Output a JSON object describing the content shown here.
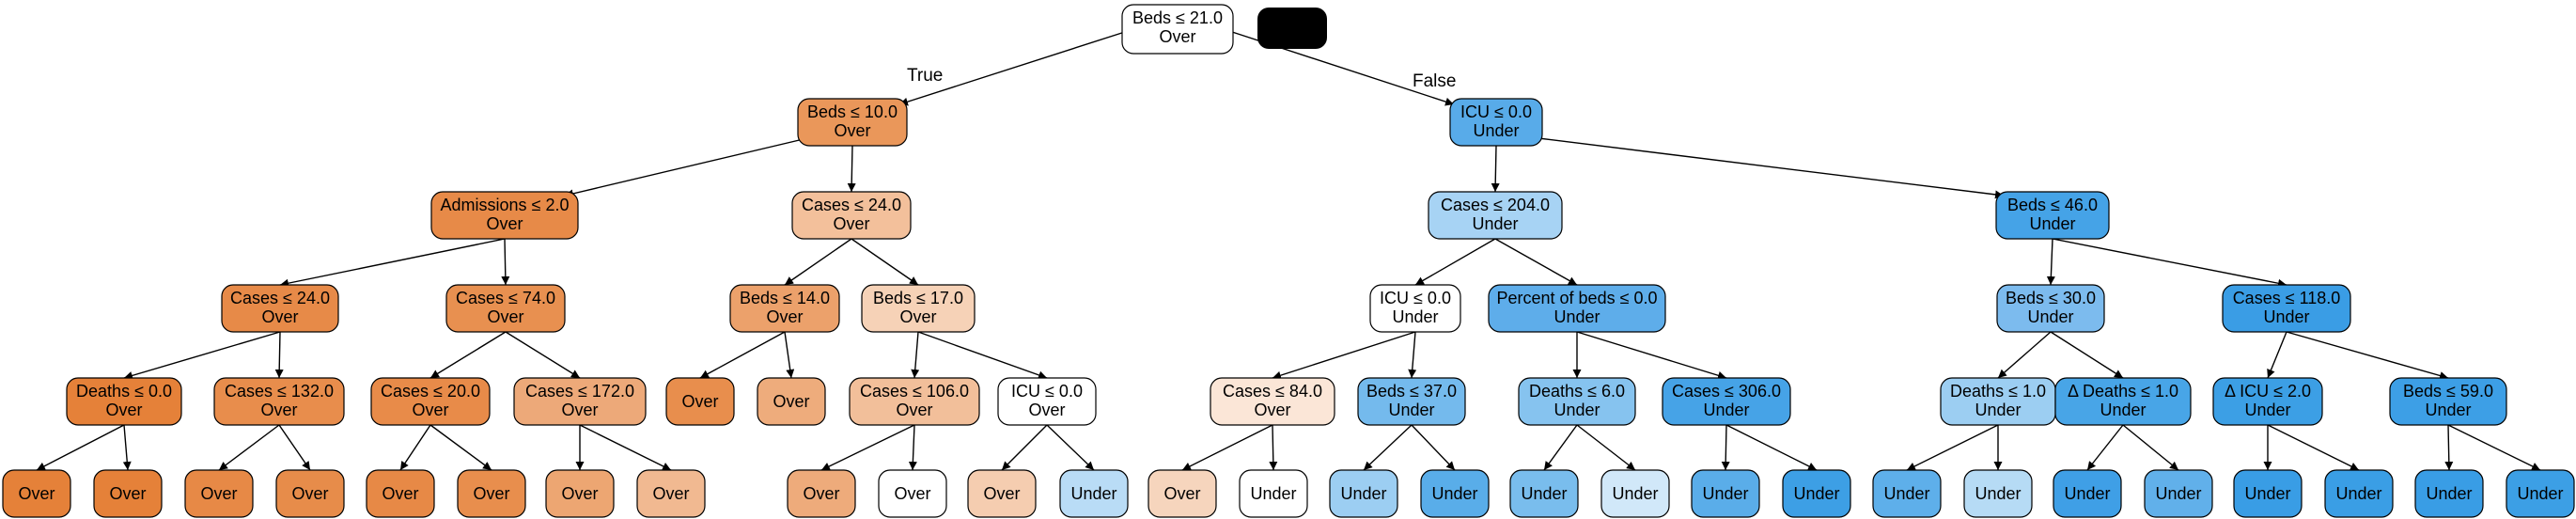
{
  "tree": {
    "root_edge_labels": {
      "left": "True",
      "right": "False"
    },
    "colors": {
      "edge": "#000000",
      "node_border": "#000000",
      "redaction": "#000000"
    },
    "nodes": [
      {
        "id": "n0",
        "line1": "Beds ≤ 21.0",
        "line2": "Over",
        "fill": "#ffffff"
      },
      {
        "id": "n1",
        "line1": "Beds ≤ 10.0",
        "line2": "Over",
        "fill": "#ea975a"
      },
      {
        "id": "n2",
        "line1": "ICU ≤ 0.0",
        "line2": "Under",
        "fill": "#58abe9"
      },
      {
        "id": "n3",
        "line1": "Admissions ≤ 2.0",
        "line2": "Over",
        "fill": "#e78a48"
      },
      {
        "id": "n4",
        "line1": "Cases ≤ 24.0",
        "line2": "Over",
        "fill": "#f3c09b"
      },
      {
        "id": "n5",
        "line1": "Cases ≤ 204.0",
        "line2": "Under",
        "fill": "#a7d3f4"
      },
      {
        "id": "n6",
        "line1": "Beds ≤ 46.0",
        "line2": "Under",
        "fill": "#45a3e7"
      },
      {
        "id": "n7",
        "line1": "Cases ≤ 24.0",
        "line2": "Over",
        "fill": "#e78a48"
      },
      {
        "id": "n8",
        "line1": "Cases ≤ 74.0",
        "line2": "Over",
        "fill": "#e89050"
      },
      {
        "id": "n9",
        "line1": "Beds ≤ 14.0",
        "line2": "Over",
        "fill": "#eca16b"
      },
      {
        "id": "n10",
        "line1": "Beds ≤ 17.0",
        "line2": "Over",
        "fill": "#f6d2b7"
      },
      {
        "id": "n11",
        "line1": "ICU ≤ 0.0",
        "line2": "Under",
        "fill": "#ffffff"
      },
      {
        "id": "n12",
        "line1": "Percent of beds ≤ 0.0",
        "line2": "Under",
        "fill": "#5eadea"
      },
      {
        "id": "n13",
        "line1": "Beds ≤ 30.0",
        "line2": "Under",
        "fill": "#7cbbee"
      },
      {
        "id": "n14",
        "line1": "Cases ≤ 118.0",
        "line2": "Under",
        "fill": "#3a9de5"
      },
      {
        "id": "n15",
        "line1": "Deaths ≤ 0.0",
        "line2": "Over",
        "fill": "#e58139"
      },
      {
        "id": "n16",
        "line1": "Cases ≤ 132.0",
        "line2": "Over",
        "fill": "#e88d4c"
      },
      {
        "id": "n17",
        "line1": "Cases ≤ 20.0",
        "line2": "Over",
        "fill": "#e88b49"
      },
      {
        "id": "n18",
        "line1": "Cases ≤ 172.0",
        "line2": "Over",
        "fill": "#eda979"
      },
      {
        "id": "n19",
        "line1": "Over",
        "line2": "",
        "fill": "#e88e4d"
      },
      {
        "id": "n20",
        "line1": "Over",
        "line2": "",
        "fill": "#eeac7c"
      },
      {
        "id": "n21",
        "line1": "Cases ≤ 106.0",
        "line2": "Over",
        "fill": "#f2bf9a"
      },
      {
        "id": "n22",
        "line1": "ICU ≤ 0.0",
        "line2": "Over",
        "fill": "#ffffff"
      },
      {
        "id": "n23",
        "line1": "Cases ≤ 84.0",
        "line2": "Over",
        "fill": "#fbe6d7"
      },
      {
        "id": "n24",
        "line1": "Beds ≤ 37.0",
        "line2": "Under",
        "fill": "#74baed"
      },
      {
        "id": "n25",
        "line1": "Deaths ≤ 6.0",
        "line2": "Under",
        "fill": "#86c3ef"
      },
      {
        "id": "n26",
        "line1": "Cases ≤ 306.0",
        "line2": "Under",
        "fill": "#46a3e7"
      },
      {
        "id": "n27",
        "line1": "Deaths ≤ 1.0",
        "line2": "Under",
        "fill": "#9ccef2"
      },
      {
        "id": "n28",
        "line1": "Δ Deaths ≤ 1.0",
        "line2": "Under",
        "fill": "#48a5e7"
      },
      {
        "id": "n29",
        "line1": "Δ ICU ≤ 2.0",
        "line2": "Under",
        "fill": "#3c9fe5"
      },
      {
        "id": "n30",
        "line1": "Beds ≤ 59.0",
        "line2": "Under",
        "fill": "#3d9fe6"
      },
      {
        "id": "n31",
        "line1": "Over",
        "line2": "",
        "fill": "#e58139"
      },
      {
        "id": "n32",
        "line1": "Over",
        "line2": "",
        "fill": "#e58139"
      },
      {
        "id": "n33",
        "line1": "Over",
        "line2": "",
        "fill": "#e78946"
      },
      {
        "id": "n34",
        "line1": "Over",
        "line2": "",
        "fill": "#e78c4a"
      },
      {
        "id": "n35",
        "line1": "Over",
        "line2": "",
        "fill": "#e78946"
      },
      {
        "id": "n36",
        "line1": "Over",
        "line2": "",
        "fill": "#e88e4d"
      },
      {
        "id": "n37",
        "line1": "Over",
        "line2": "",
        "fill": "#eda672"
      },
      {
        "id": "n38",
        "line1": "Over",
        "line2": "",
        "fill": "#f1b991"
      },
      {
        "id": "n39",
        "line1": "Over",
        "line2": "",
        "fill": "#eeab7b"
      },
      {
        "id": "n40",
        "line1": "Over",
        "line2": "",
        "fill": "#ffffff"
      },
      {
        "id": "n41",
        "line1": "Over",
        "line2": "",
        "fill": "#f5cdb0"
      },
      {
        "id": "n42",
        "line1": "Under",
        "line2": "",
        "fill": "#b9dcf6"
      },
      {
        "id": "n43",
        "line1": "Over",
        "line2": "",
        "fill": "#f6d5bd"
      },
      {
        "id": "n44",
        "line1": "Under",
        "line2": "",
        "fill": "#ffffff"
      },
      {
        "id": "n45",
        "line1": "Under",
        "line2": "",
        "fill": "#9ccef2"
      },
      {
        "id": "n46",
        "line1": "Under",
        "line2": "",
        "fill": "#59ade9"
      },
      {
        "id": "n47",
        "line1": "Under",
        "line2": "",
        "fill": "#79bded"
      },
      {
        "id": "n48",
        "line1": "Under",
        "line2": "",
        "fill": "#d1e8f9"
      },
      {
        "id": "n49",
        "line1": "Under",
        "line2": "",
        "fill": "#5aade9"
      },
      {
        "id": "n50",
        "line1": "Under",
        "line2": "",
        "fill": "#3d9fe5"
      },
      {
        "id": "n51",
        "line1": "Under",
        "line2": "",
        "fill": "#5eafea"
      },
      {
        "id": "n52",
        "line1": "Under",
        "line2": "",
        "fill": "#b6dbf5"
      },
      {
        "id": "n53",
        "line1": "Under",
        "line2": "",
        "fill": "#3f9fe6"
      },
      {
        "id": "n54",
        "line1": "Under",
        "line2": "",
        "fill": "#61b0ea"
      },
      {
        "id": "n55",
        "line1": "Under",
        "line2": "",
        "fill": "#399de5"
      },
      {
        "id": "n56",
        "line1": "Under",
        "line2": "",
        "fill": "#3a9ee5"
      },
      {
        "id": "n57",
        "line1": "Under",
        "line2": "",
        "fill": "#399de5"
      },
      {
        "id": "n58",
        "line1": "Under",
        "line2": "",
        "fill": "#3c9fe5"
      }
    ],
    "edges": [
      [
        "n0",
        "n1"
      ],
      [
        "n0",
        "n2"
      ],
      [
        "n1",
        "n3"
      ],
      [
        "n1",
        "n4"
      ],
      [
        "n2",
        "n5"
      ],
      [
        "n2",
        "n6"
      ],
      [
        "n3",
        "n7"
      ],
      [
        "n3",
        "n8"
      ],
      [
        "n4",
        "n9"
      ],
      [
        "n4",
        "n10"
      ],
      [
        "n5",
        "n11"
      ],
      [
        "n5",
        "n12"
      ],
      [
        "n6",
        "n13"
      ],
      [
        "n6",
        "n14"
      ],
      [
        "n7",
        "n15"
      ],
      [
        "n7",
        "n16"
      ],
      [
        "n8",
        "n17"
      ],
      [
        "n8",
        "n18"
      ],
      [
        "n9",
        "n19"
      ],
      [
        "n9",
        "n20"
      ],
      [
        "n10",
        "n21"
      ],
      [
        "n10",
        "n22"
      ],
      [
        "n11",
        "n23"
      ],
      [
        "n11",
        "n24"
      ],
      [
        "n12",
        "n25"
      ],
      [
        "n12",
        "n26"
      ],
      [
        "n13",
        "n27"
      ],
      [
        "n13",
        "n28"
      ],
      [
        "n14",
        "n29"
      ],
      [
        "n14",
        "n30"
      ],
      [
        "n15",
        "n31"
      ],
      [
        "n15",
        "n32"
      ],
      [
        "n16",
        "n33"
      ],
      [
        "n16",
        "n34"
      ],
      [
        "n17",
        "n35"
      ],
      [
        "n17",
        "n36"
      ],
      [
        "n18",
        "n37"
      ],
      [
        "n18",
        "n38"
      ],
      [
        "n21",
        "n39"
      ],
      [
        "n21",
        "n40"
      ],
      [
        "n22",
        "n41"
      ],
      [
        "n22",
        "n42"
      ],
      [
        "n23",
        "n43"
      ],
      [
        "n23",
        "n44"
      ],
      [
        "n24",
        "n45"
      ],
      [
        "n24",
        "n46"
      ],
      [
        "n25",
        "n47"
      ],
      [
        "n25",
        "n48"
      ],
      [
        "n26",
        "n49"
      ],
      [
        "n26",
        "n50"
      ],
      [
        "n27",
        "n51"
      ],
      [
        "n27",
        "n52"
      ],
      [
        "n28",
        "n53"
      ],
      [
        "n28",
        "n54"
      ],
      [
        "n29",
        "n55"
      ],
      [
        "n29",
        "n56"
      ],
      [
        "n30",
        "n57"
      ],
      [
        "n30",
        "n58"
      ]
    ]
  }
}
